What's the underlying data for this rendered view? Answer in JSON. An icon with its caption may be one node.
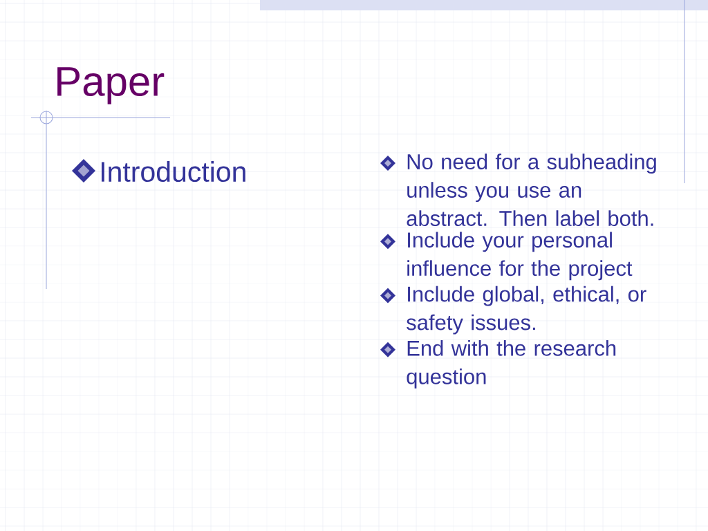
{
  "diagram": {
    "title": "Paper",
    "labels": [
      "Introduction",
      "No need for a subheading unless you use an abstract. Then label both.",
      "Include your personal influence for the project",
      "Include global, ethical, or safety issues.",
      "End with the research question"
    ]
  }
}
